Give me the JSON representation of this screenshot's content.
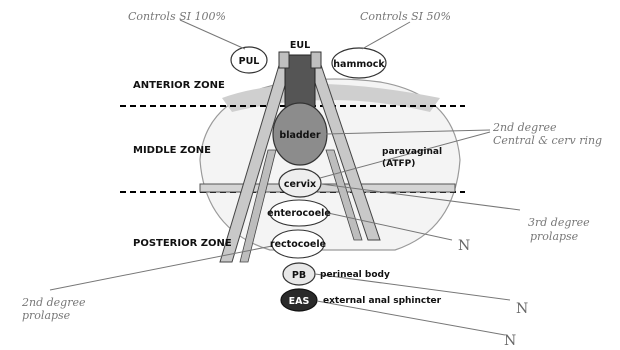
{
  "annotations": {
    "controls_si_100": "Controls SI 100%",
    "controls_si_50": "Controls SI 50%",
    "second_degree_central": [
      "2nd degree",
      "Central & cerv ring"
    ],
    "third_degree_prolapse": [
      "3rd degree",
      "prolapse"
    ],
    "second_degree_prolapse": [
      "2nd degree",
      "prolapse"
    ],
    "n_labels": [
      "N",
      "N",
      "N"
    ]
  },
  "zones": {
    "anterior": "ANTERIOR ZONE",
    "middle": "MIDDLE ZONE",
    "posterior": "POSTERIOR ZONE"
  },
  "structures": {
    "eul": "EUL",
    "pul": "PUL",
    "hammock": "hammock",
    "bladder": "bladder",
    "paravaginal": [
      "paravaginal",
      "(ATFP)"
    ],
    "cervix": "cervix",
    "enterocoele": "enterocoele",
    "rectocoele": "rectocoele",
    "pb": "PB",
    "perineal_body": "perineal body",
    "eas": "EAS",
    "external_anal_sphincter": "external anal sphincter"
  },
  "colors": {
    "bladder_fill": "#8c8c8c",
    "eas_fill": "#2a2a2a",
    "ligament_fill": "#c8c8c8",
    "pelvis_fill": "#d9d9d9",
    "annotation_gray": "#777777"
  }
}
